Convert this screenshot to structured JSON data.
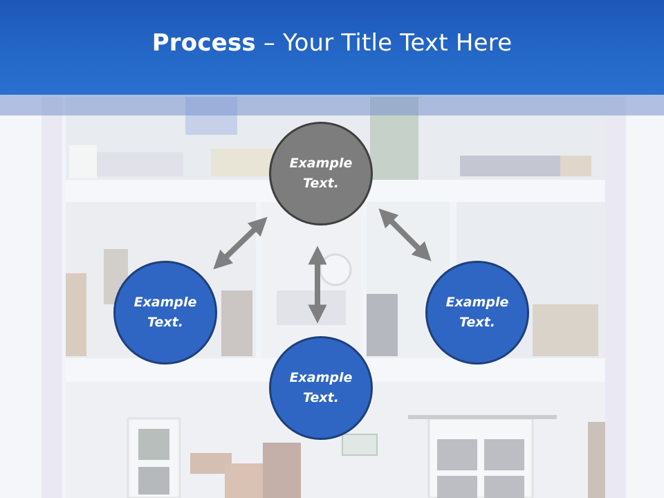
{
  "slide": {
    "title_bold": "Process",
    "title_rest": " – Your Title Text Here"
  },
  "diagram": {
    "nodes": [
      {
        "text": "Example\nText.",
        "color": "#7d7d7d"
      },
      {
        "text": "Example\nText.",
        "color": "#2f66c4"
      },
      {
        "text": "Example\nText.",
        "color": "#2f66c4"
      },
      {
        "text": "Example\nText.",
        "color": "#2f66c4"
      }
    ],
    "arrow_color": "#7f7f7f"
  },
  "colors": {
    "header_blue": "#2468c8",
    "node_blue": "#2f66c4",
    "node_gray": "#7d7d7d"
  }
}
